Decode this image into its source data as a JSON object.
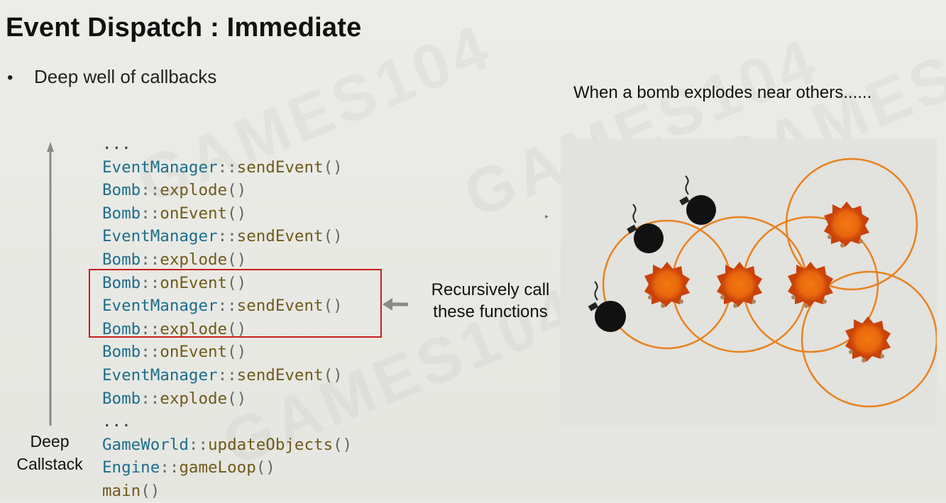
{
  "slide": {
    "title": "Event Dispatch : Immediate",
    "bullet_marker": "•",
    "bullet": "Deep well of callbacks",
    "callstack": [
      {
        "cls": "",
        "sep": "",
        "fn": "",
        "dots": "..."
      },
      {
        "cls": "EventManager",
        "sep": "::",
        "fn": "sendEvent",
        "dots": ""
      },
      {
        "cls": "Bomb",
        "sep": "::",
        "fn": "explode",
        "dots": ""
      },
      {
        "cls": "Bomb",
        "sep": "::",
        "fn": "onEvent",
        "dots": ""
      },
      {
        "cls": "EventManager",
        "sep": "::",
        "fn": "sendEvent",
        "dots": ""
      },
      {
        "cls": "Bomb",
        "sep": "::",
        "fn": "explode",
        "dots": ""
      },
      {
        "cls": "Bomb",
        "sep": "::",
        "fn": "onEvent",
        "dots": ""
      },
      {
        "cls": "EventManager",
        "sep": "::",
        "fn": "sendEvent",
        "dots": ""
      },
      {
        "cls": "Bomb",
        "sep": "::",
        "fn": "explode",
        "dots": ""
      },
      {
        "cls": "Bomb",
        "sep": "::",
        "fn": "onEvent",
        "dots": ""
      },
      {
        "cls": "EventManager",
        "sep": "::",
        "fn": "sendEvent",
        "dots": ""
      },
      {
        "cls": "Bomb",
        "sep": "::",
        "fn": "explode",
        "dots": ""
      },
      {
        "cls": "",
        "sep": "",
        "fn": "",
        "dots": "..."
      },
      {
        "cls": "GameWorld",
        "sep": "::",
        "fn": "updateObjects",
        "dots": ""
      },
      {
        "cls": "Engine",
        "sep": "::",
        "fn": "gameLoop",
        "dots": ""
      },
      {
        "cls": "",
        "sep": "",
        "fn": "main",
        "dots": ""
      }
    ],
    "call_parens": "()",
    "deep_label_line1": "Deep",
    "deep_label_line2": "Callstack",
    "recursive_line1": "Recursively call",
    "recursive_line2": "these functions",
    "caption": "When a bomb explodes near others......"
  },
  "colors": {
    "class_name": "#1c6e8c",
    "function_name": "#6f5a1a",
    "highlight": "#c81e1e",
    "blast_ring": "#e8821e",
    "explosion_core": "#e8660c",
    "bomb": "#111111"
  },
  "scene": {
    "unexploded_bombs": 3,
    "exploding_bombs": 5
  }
}
